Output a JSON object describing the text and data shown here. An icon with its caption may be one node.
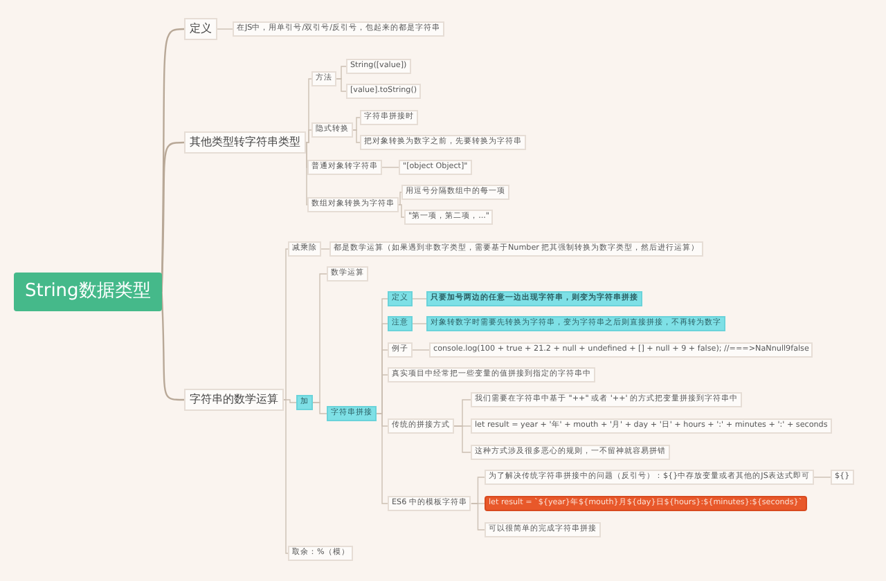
{
  "diagram": {
    "nodes": [
      {
        "text": [
          "String数据类型"
        ]
      },
      {
        "text": [
          "定义"
        ]
      },
      {
        "text": [
          "在JS中，用单引号/双引号/反引号，包起来的都是字符串"
        ]
      },
      {
        "text": [
          "其他类型转字符串类型"
        ]
      },
      {
        "text": [
          "方法"
        ]
      },
      {
        "text": [
          "String([value])"
        ]
      },
      {
        "text": [
          "[value].toString()"
        ]
      },
      {
        "text": [
          "隐式转换"
        ]
      },
      {
        "text": [
          "字符串拼接时"
        ]
      },
      {
        "text": [
          "把对象转换为数字之前，先要转换为字符串"
        ]
      },
      {
        "text": [
          "普通对象转字符串"
        ]
      },
      {
        "text": [
          "\"[object Object]\""
        ]
      },
      {
        "text": [
          "数组对象转换为字符串"
        ]
      },
      {
        "text": [
          "用逗号分隔数组中的每一项"
        ]
      },
      {
        "text": [
          "\"第一项，第二项，...\""
        ]
      },
      {
        "text": [
          "字符串的数学运算"
        ]
      },
      {
        "text": [
          "减乘除"
        ]
      },
      {
        "text": [
          "都是数学运算（如果遇到非数字类型，需要基于Number 把其强制转换为数字类型，然后进行运算）"
        ]
      },
      {
        "text": [
          "加"
        ]
      },
      {
        "text": [
          "数学运算"
        ]
      },
      {
        "text": [
          "字符串拼接"
        ]
      },
      {
        "text": [
          "定义"
        ]
      },
      {
        "text": [
          "只要加号两边的任意一边出现字符串，则变为字符串拼接"
        ]
      },
      {
        "text": [
          "注意"
        ]
      },
      {
        "text": [
          "对象转数字时需要先转换为字符串，变为字符串之后则直接拼接，不再转为数字"
        ]
      },
      {
        "text": [
          "例子"
        ]
      },
      {
        "text": [
          "console.log(100 + true + 21.2 + null + undefined + [] + null + 9 + false); //===>NaNnull9false"
        ]
      },
      {
        "text": [
          "真实项目中经常把一些变量的值拼接到指定的字符串中"
        ]
      },
      {
        "text": [
          "传统的拼接方式"
        ]
      },
      {
        "text": [
          "我们需要在字符串中基于 \"++\" 或者 '++' 的方式把变量拼接到字符串中"
        ]
      },
      {
        "text": [
          "let result = year + '年' + mouth + '月' + day + '日' + hours + ':' + minutes + ':' + seconds"
        ]
      },
      {
        "text": [
          "这种方式涉及很多恶心的规则，一不留神就容易拼错"
        ]
      },
      {
        "text": [
          "ES6 中的模板字符串"
        ]
      },
      {
        "text": [
          "为了解决传统字符串拼接中的问题（反引号）：${}中存放变量或者其他的JS表达式即可"
        ]
      },
      {
        "text": [
          "${}"
        ]
      },
      {
        "text": [
          "let result = `${year}年${mouth}月${day}日${hours}:${minutes}:${seconds}`"
        ]
      },
      {
        "text": [
          "可以很简单的完成字符串拼接"
        ]
      },
      {
        "text": [
          "取余：%（模）"
        ]
      }
    ],
    "edges": [
      {
        "from": 0,
        "to": 1,
        "arrow": "none"
      },
      {
        "from": 1,
        "to": 2,
        "arrow": "none"
      },
      {
        "from": 0,
        "to": 3,
        "arrow": "none"
      },
      {
        "from": 3,
        "to": 4,
        "arrow": "none"
      },
      {
        "from": 4,
        "to": 5,
        "arrow": "none"
      },
      {
        "from": 4,
        "to": 6,
        "arrow": "none"
      },
      {
        "from": 3,
        "to": 7,
        "arrow": "none"
      },
      {
        "from": 7,
        "to": 8,
        "arrow": "none"
      },
      {
        "from": 7,
        "to": 9,
        "arrow": "none"
      },
      {
        "from": 3,
        "to": 10,
        "arrow": "none"
      },
      {
        "from": 10,
        "to": 11,
        "arrow": "none"
      },
      {
        "from": 3,
        "to": 12,
        "arrow": "none"
      },
      {
        "from": 12,
        "to": 13,
        "arrow": "none"
      },
      {
        "from": 12,
        "to": 14,
        "arrow": "none"
      },
      {
        "from": 0,
        "to": 15,
        "arrow": "none"
      },
      {
        "from": 15,
        "to": 16,
        "arrow": "none"
      },
      {
        "from": 16,
        "to": 17,
        "arrow": "none"
      },
      {
        "from": 15,
        "to": 18,
        "arrow": "none"
      },
      {
        "from": 18,
        "to": 19,
        "arrow": "none"
      },
      {
        "from": 18,
        "to": 20,
        "arrow": "none"
      },
      {
        "from": 20,
        "to": 21,
        "arrow": "none"
      },
      {
        "from": 21,
        "to": 22,
        "arrow": "none"
      },
      {
        "from": 20,
        "to": 23,
        "arrow": "none"
      },
      {
        "from": 23,
        "to": 24,
        "arrow": "none"
      },
      {
        "from": 20,
        "to": 25,
        "arrow": "none"
      },
      {
        "from": 25,
        "to": 26,
        "arrow": "none"
      },
      {
        "from": 20,
        "to": 27,
        "arrow": "none"
      },
      {
        "from": 20,
        "to": 28,
        "arrow": "none"
      },
      {
        "from": 28,
        "to": 29,
        "arrow": "none"
      },
      {
        "from": 28,
        "to": 30,
        "arrow": "none"
      },
      {
        "from": 28,
        "to": 31,
        "arrow": "none"
      },
      {
        "from": 20,
        "to": 32,
        "arrow": "none"
      },
      {
        "from": 32,
        "to": 33,
        "arrow": "none"
      },
      {
        "from": 33,
        "to": 34,
        "arrow": "none"
      },
      {
        "from": 32,
        "to": 35,
        "arrow": "none"
      },
      {
        "from": 32,
        "to": 36,
        "arrow": "none"
      },
      {
        "from": 15,
        "to": 37,
        "arrow": "none"
      }
    ]
  }
}
